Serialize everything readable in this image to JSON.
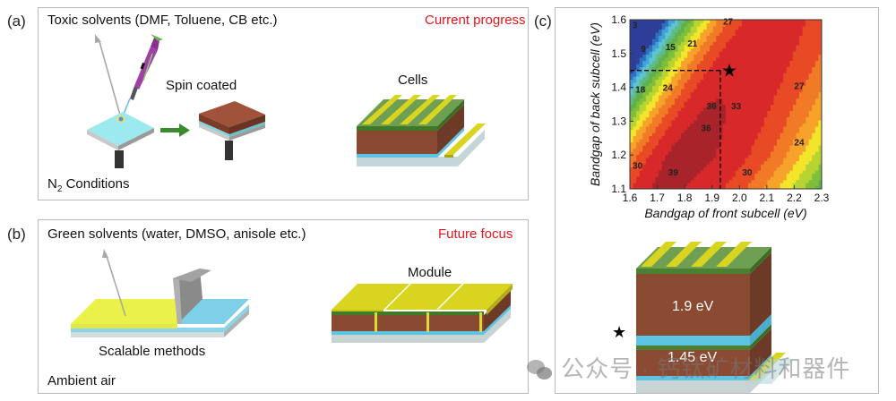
{
  "panel_a": {
    "label": "(a)",
    "title": "Toxic solvents (DMF, Toluene, CB etc.)",
    "tag": "Current progress",
    "step_label": "Spin coated",
    "device_label": "Cells",
    "condition_prefix": "N",
    "condition_sub": "2",
    "condition_suffix": " Conditions"
  },
  "panel_b": {
    "label": "(b)",
    "title": "Green solvents (water, DMSO, anisole etc.)",
    "tag": "Future focus",
    "step_label": "Scalable methods",
    "device_label": "Module",
    "condition": "Ambient air"
  },
  "panel_c": {
    "label": "(c)",
    "front_gap_label": "1.9 eV",
    "back_gap_label": "1.45 eV"
  },
  "watermark": "公众号 · 钙钛矿材料和器件",
  "colors": {
    "tag_red": "#e8141b",
    "perovskite_brown": "#8b4a32",
    "green_layer": "#5a8a3a",
    "electrode_yellow": "#d8d42a",
    "ito_blue": "#6cc7e0"
  },
  "chart_data": {
    "type": "heatmap",
    "subtype": "contour",
    "title": "",
    "xlabel": "Bandgap of front subcell (eV)",
    "ylabel": "Bandgap of back subcell (eV)",
    "xlim": [
      1.6,
      2.3
    ],
    "ylim": [
      1.1,
      1.6
    ],
    "xticks": [
      "1.6",
      "1.7",
      "1.8",
      "1.9",
      "2.0",
      "2.1",
      "2.2",
      "2.3"
    ],
    "yticks": [
      "1.1",
      "1.2",
      "1.3",
      "1.4",
      "1.5",
      "1.6"
    ],
    "contour_levels": [
      3,
      6,
      9,
      12,
      15,
      18,
      21,
      24,
      27,
      30,
      33,
      36,
      39
    ],
    "contour_labels": [
      {
        "x": 1.61,
        "y": 1.575,
        "v": "3"
      },
      {
        "x": 1.64,
        "y": 1.505,
        "v": "9"
      },
      {
        "x": 1.73,
        "y": 1.51,
        "v": "15"
      },
      {
        "x": 1.81,
        "y": 1.52,
        "v": "21"
      },
      {
        "x": 1.94,
        "y": 1.585,
        "v": "27"
      },
      {
        "x": 1.62,
        "y": 1.385,
        "v": "18"
      },
      {
        "x": 1.72,
        "y": 1.39,
        "v": "24"
      },
      {
        "x": 2.2,
        "y": 1.395,
        "v": "27"
      },
      {
        "x": 1.88,
        "y": 1.335,
        "v": "36"
      },
      {
        "x": 1.97,
        "y": 1.335,
        "v": "33"
      },
      {
        "x": 1.86,
        "y": 1.27,
        "v": "36"
      },
      {
        "x": 2.2,
        "y": 1.228,
        "v": "24"
      },
      {
        "x": 1.61,
        "y": 1.16,
        "v": "30"
      },
      {
        "x": 1.74,
        "y": 1.14,
        "v": "39"
      },
      {
        "x": 2.01,
        "y": 1.14,
        "v": "30"
      }
    ],
    "optimum_marker": {
      "x": 1.96,
      "y": 1.45,
      "symbol": "star"
    },
    "guide_lines": {
      "x": 1.93,
      "y": 1.45,
      "style": "dashed"
    }
  }
}
